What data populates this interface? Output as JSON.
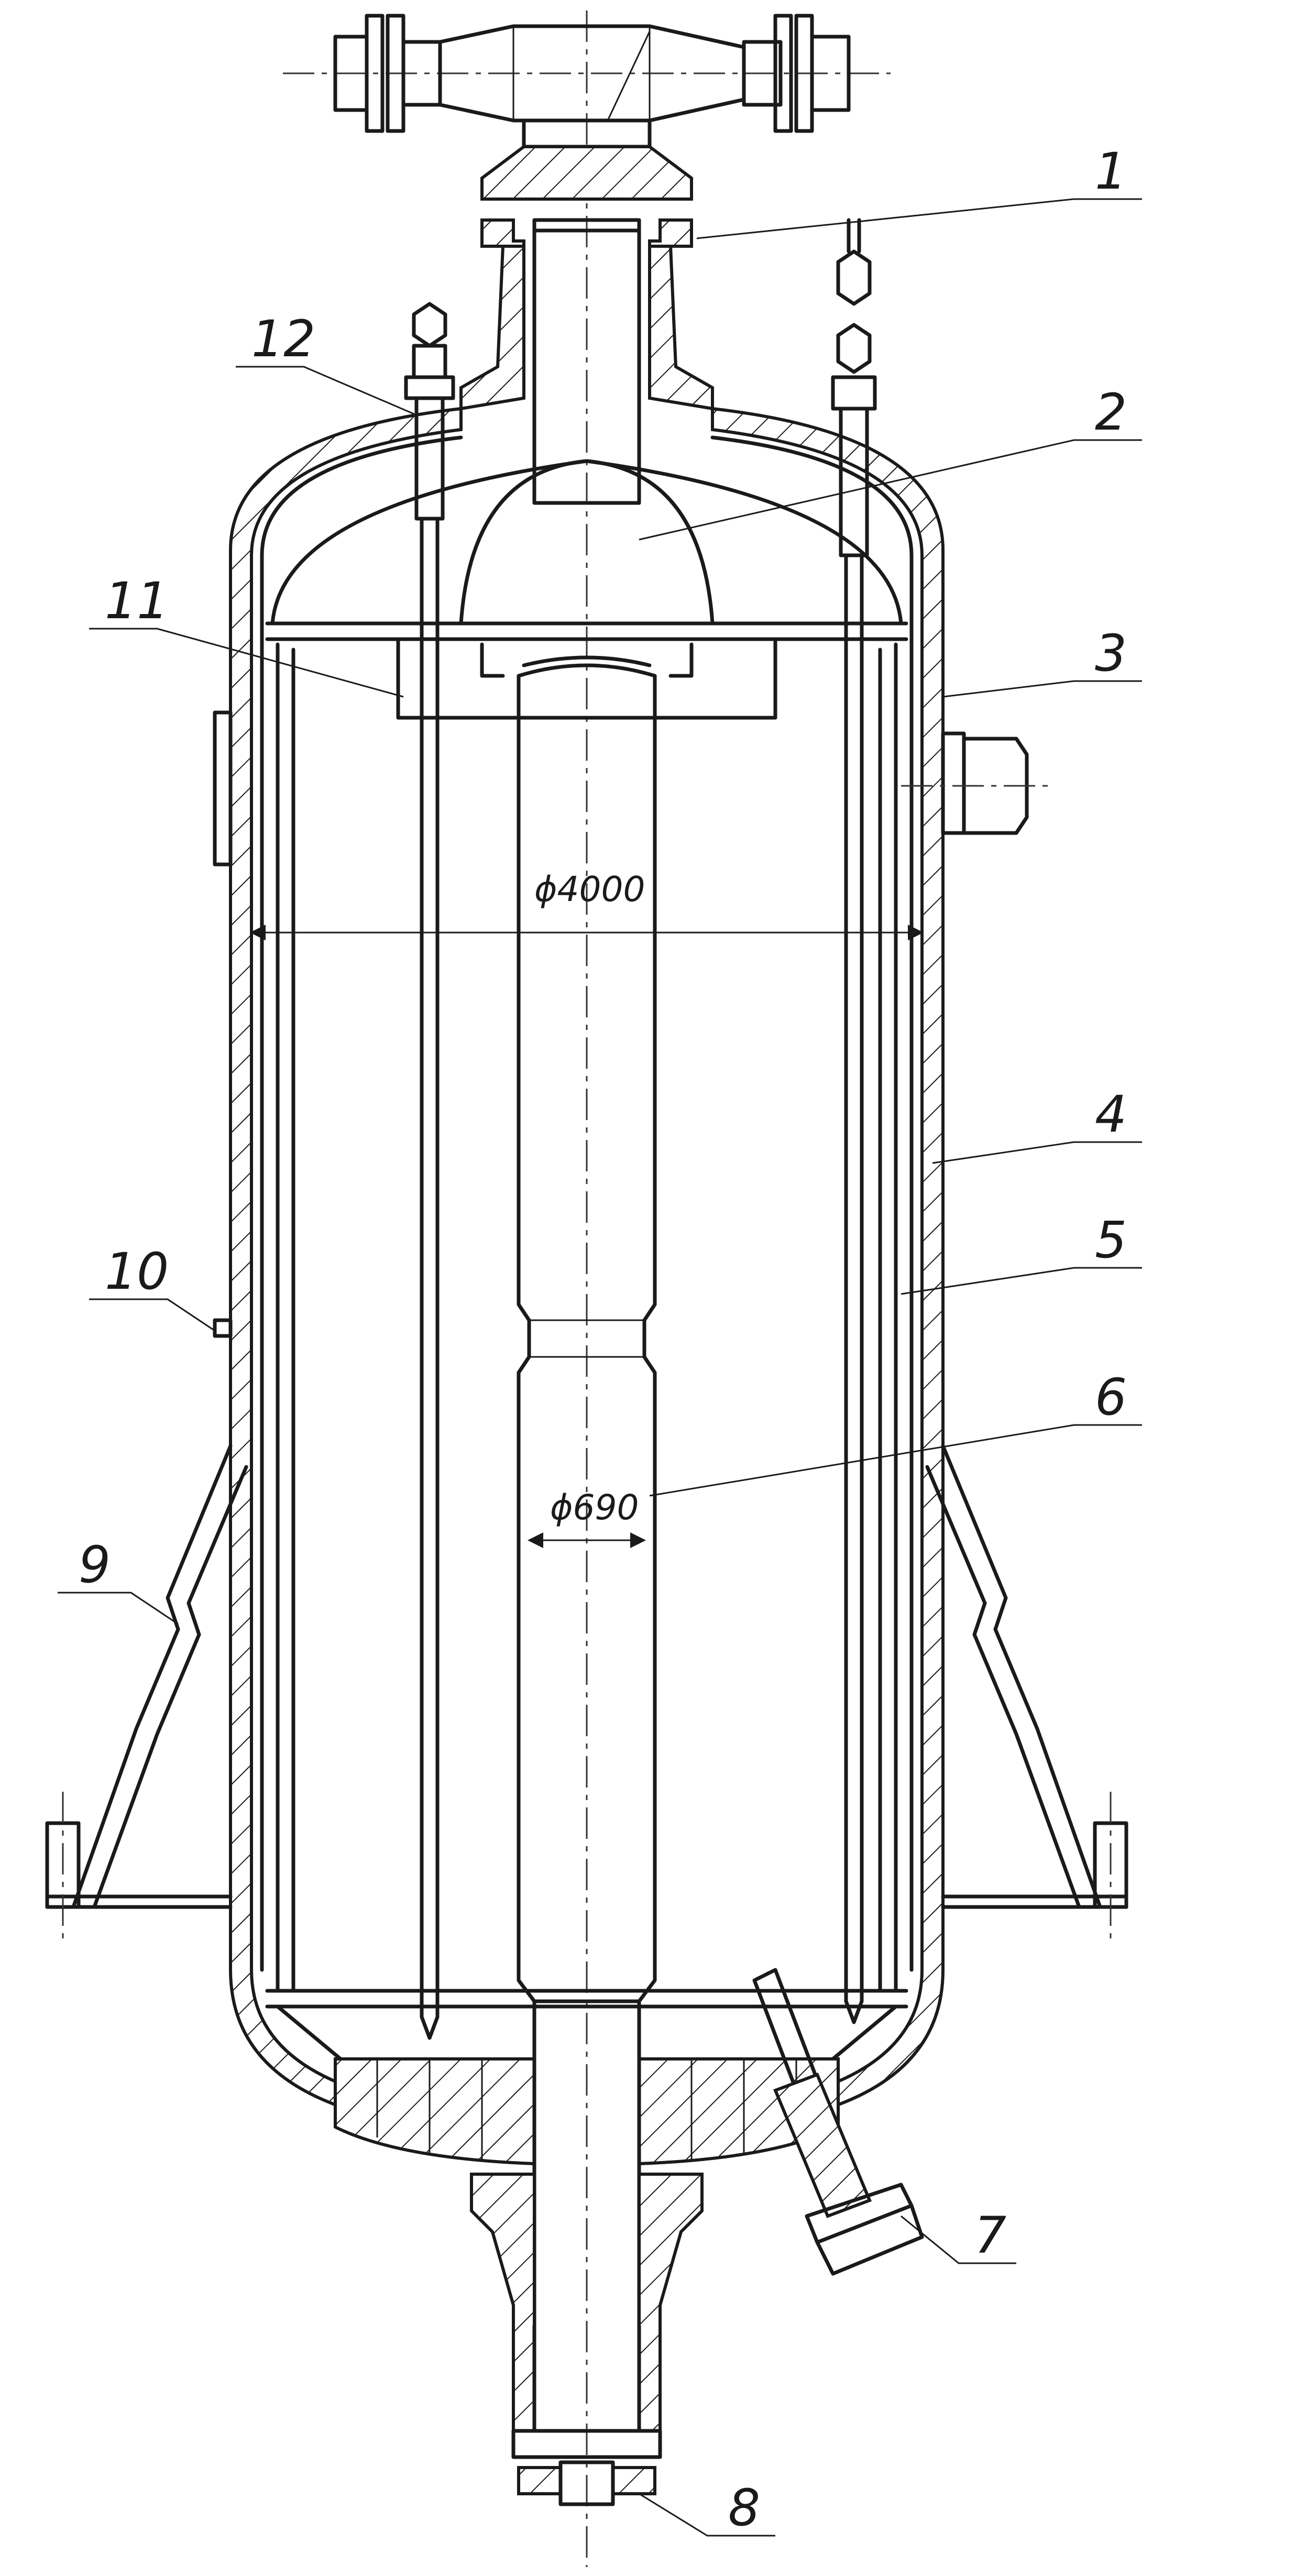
{
  "drawing": {
    "callouts": [
      {
        "id": "1",
        "text": "1"
      },
      {
        "id": "2",
        "text": "2"
      },
      {
        "id": "3",
        "text": "3"
      },
      {
        "id": "4",
        "text": "4"
      },
      {
        "id": "5",
        "text": "5"
      },
      {
        "id": "6",
        "text": "6"
      },
      {
        "id": "7",
        "text": "7"
      },
      {
        "id": "8",
        "text": "8"
      },
      {
        "id": "9",
        "text": "9"
      },
      {
        "id": "10",
        "text": "10"
      },
      {
        "id": "11",
        "text": "11"
      },
      {
        "id": "12",
        "text": "12"
      }
    ],
    "dimensions": {
      "vessel_diameter": "ϕ4000",
      "pipe_diameter": "ϕ690"
    }
  }
}
